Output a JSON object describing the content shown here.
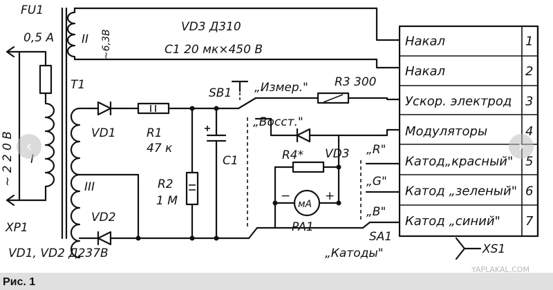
{
  "labels": {
    "fu1": "FU1",
    "fu1_current": "0,5 A",
    "t1": "T1",
    "winding_1": "I",
    "winding_2": "II",
    "winding_2_voltage": "~6,3В",
    "winding_3": "III",
    "mains": "~ 2 2 0  В",
    "xp1": "XP1",
    "vd3_line": "VD3   Д310",
    "c1_line": "C1  20 мк×450 В",
    "sb1": "SB1",
    "meas": "„Измер.\"",
    "restore": "„Восст.\"",
    "r3": "R3  300",
    "vd3": "VD3",
    "vd1": "VD1",
    "vd2": "VD2",
    "r1": "R1",
    "r1_value": "47 к",
    "r2": "R2",
    "r2_value": "1 М",
    "c1": "C1",
    "r4": "R4*",
    "meter": "мА",
    "minus": "−",
    "plus": "+",
    "pa1": "PA1",
    "r_pos": "„R\"",
    "g_pos": "„G\"",
    "b_pos": "„B\"",
    "sa1": "SA1",
    "cathodes": "„Катоды\"",
    "xs1": "XS1",
    "diodes_note": "VD1, VD2     Д237В",
    "caption": "Рис. 1",
    "watermark": "YAPLAKAL.COM"
  },
  "connector_table": [
    {
      "name": "Накал",
      "pin": "1"
    },
    {
      "name": "Накал",
      "pin": "2"
    },
    {
      "name": "Ускор. электрод",
      "pin": "3"
    },
    {
      "name": "Модуляторы",
      "pin": "4"
    },
    {
      "name": "Катод„красный\"",
      "pin": "5"
    },
    {
      "name": "Катод „зеленый\"",
      "pin": "6"
    },
    {
      "name": "Катод „синий\"",
      "pin": "7"
    }
  ],
  "nav": {
    "prev_icon": "‹",
    "next_icon": "›"
  }
}
